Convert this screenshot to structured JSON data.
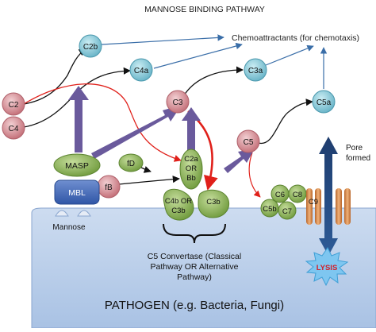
{
  "title": "MANNOSE BINDING PATHWAY",
  "chemoattractants": "Chemoattractants (for chemotaxis)",
  "nodes": {
    "c2b": "C2b",
    "c4a": "C4a",
    "c3a": "C3a",
    "c5a": "C5a",
    "c2": "C2",
    "c4": "C4",
    "c3": "C3",
    "c5": "C5",
    "fd": "fD",
    "fb": "fB",
    "c2a_line1": "C2a",
    "c2a_line2": "OR",
    "c2a_line3": "Bb",
    "c4b_line1": "C4b OR",
    "c4b_line2": "C3b",
    "c3b": "C3b",
    "c5b": "C5b",
    "c6": "C6",
    "c7": "C7",
    "c8": "C8",
    "c9": "C9"
  },
  "masp": "MASP",
  "mbl": "MBL",
  "mannose": "Mannose",
  "pore_formed_line1": "Pore",
  "pore_formed_line2": "formed",
  "lysis": "LYSIS",
  "convertase_line1": "C5 Convertase (Classical",
  "convertase_line2": "Pathway OR Alternative",
  "convertase_line3": "Pathway)",
  "pathogen": "PATHOGEN (e.g. Bacteria, Fungi)",
  "colors": {
    "node_blue": "#7fc8d8",
    "node_pink": "#d99aa0",
    "node_green": "#8cb357",
    "arrow_purple": "#6a5a9c",
    "arrow_red": "#e0201a",
    "arrow_blue": "#3a6ea8",
    "pathogen_bg": "#bcd0ea",
    "lysis": "#d21f2a",
    "pore_orange": "#d88a4a"
  }
}
